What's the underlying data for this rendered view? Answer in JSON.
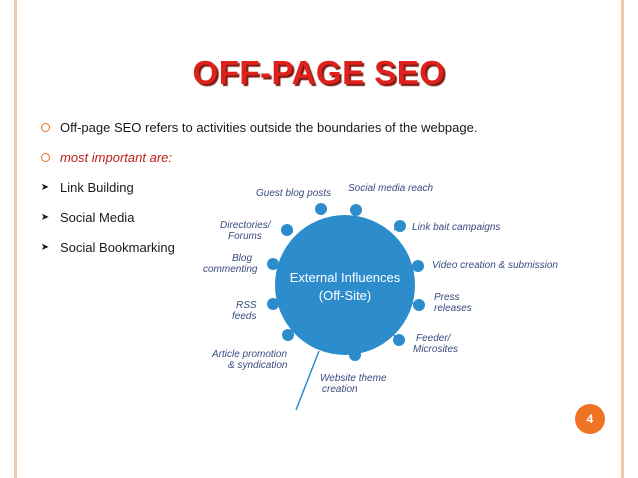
{
  "title": "OFF-PAGE SEO",
  "bullets": [
    {
      "text": "Off-page SEO refers to activities outside the boundaries of the webpage.",
      "marker": "circle-icon",
      "style": "normal"
    },
    {
      "text": "most important are:",
      "marker": "circle-icon",
      "style": "red-italic"
    },
    {
      "text": "Link Building",
      "marker": "arrow-bullet-icon",
      "style": "normal"
    },
    {
      "text": "Social Media",
      "marker": "arrow-bullet-icon",
      "style": "normal"
    },
    {
      "text": "Social Bookmarking",
      "marker": "arrow-bullet-icon",
      "style": "normal"
    }
  ],
  "diagram": {
    "center_line1": "External Influences",
    "center_line2": "(Off-Site)",
    "labels": {
      "guest_blog": "Guest blog posts",
      "social_reach": "Social media reach",
      "directories_1": "Directories/",
      "directories_2": "Forums",
      "link_bait": "Link bait campaigns",
      "blog_commenting_1": "Blog",
      "blog_commenting_2": "commenting",
      "video": "Video creation & submission",
      "rss_1": "RSS",
      "rss_2": "feeds",
      "press_1": "Press",
      "press_2": "releases",
      "feeder_1": "Feeder/",
      "feeder_2": "Microsites",
      "article_1": "Article promotion",
      "article_2": "& syndication",
      "website_1": "Website theme",
      "website_2": "creation"
    }
  },
  "page_number": "4",
  "colors": {
    "title": "#e0201a",
    "accent": "#ee7424",
    "hub": "#2d8ccc",
    "label_text": "#3a4a80"
  }
}
